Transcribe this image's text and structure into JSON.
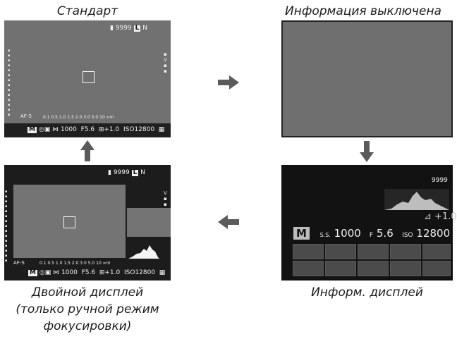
{
  "panels": {
    "standard": {
      "caption": "Стандарт",
      "top_status": "9999",
      "top_quality": "N",
      "scale": "0.1  0.5    1.0    1.5    2.0    3.0  5.0  10  ∞m",
      "focus_mode": "AF-S",
      "bottom_mode": "M",
      "shutter": "1000",
      "aperture": "5.6",
      "exposure": "+1.0",
      "iso": "12800"
    },
    "info_off": {
      "caption": "Информация выключена"
    },
    "dual": {
      "caption_line1": "Двойной дисплей",
      "caption_line2": "(только ручной режим",
      "caption_line3": "фокусировки)",
      "top_status": "9999",
      "top_quality": "N",
      "scale": "0.1  0.5    1.0    1.5    2.0    3.0  5.0  10  ∞m",
      "focus_mode": "AF-S",
      "bottom_mode": "M",
      "shutter": "1000",
      "aperture": "5.6",
      "exposure": "+1.0",
      "iso": "12800"
    },
    "info_display": {
      "caption": "Информ. дисплей",
      "frames": "9999",
      "exposure": "+1.0",
      "mode": "M",
      "ss_label": "S.S.",
      "shutter": "1000",
      "aperture_label": "F",
      "aperture": "5.6",
      "iso_label": "ISO",
      "iso": "12800"
    }
  },
  "icons": {
    "arrow_right": "arrow-right-icon",
    "arrow_down": "arrow-down-icon",
    "arrow_left": "arrow-left-icon",
    "arrow_up": "arrow-up-icon"
  },
  "colors": {
    "screen_bg": "#1a1a1a",
    "view_grey": "#6f6f6f",
    "arrow": "#5b5b5b"
  }
}
